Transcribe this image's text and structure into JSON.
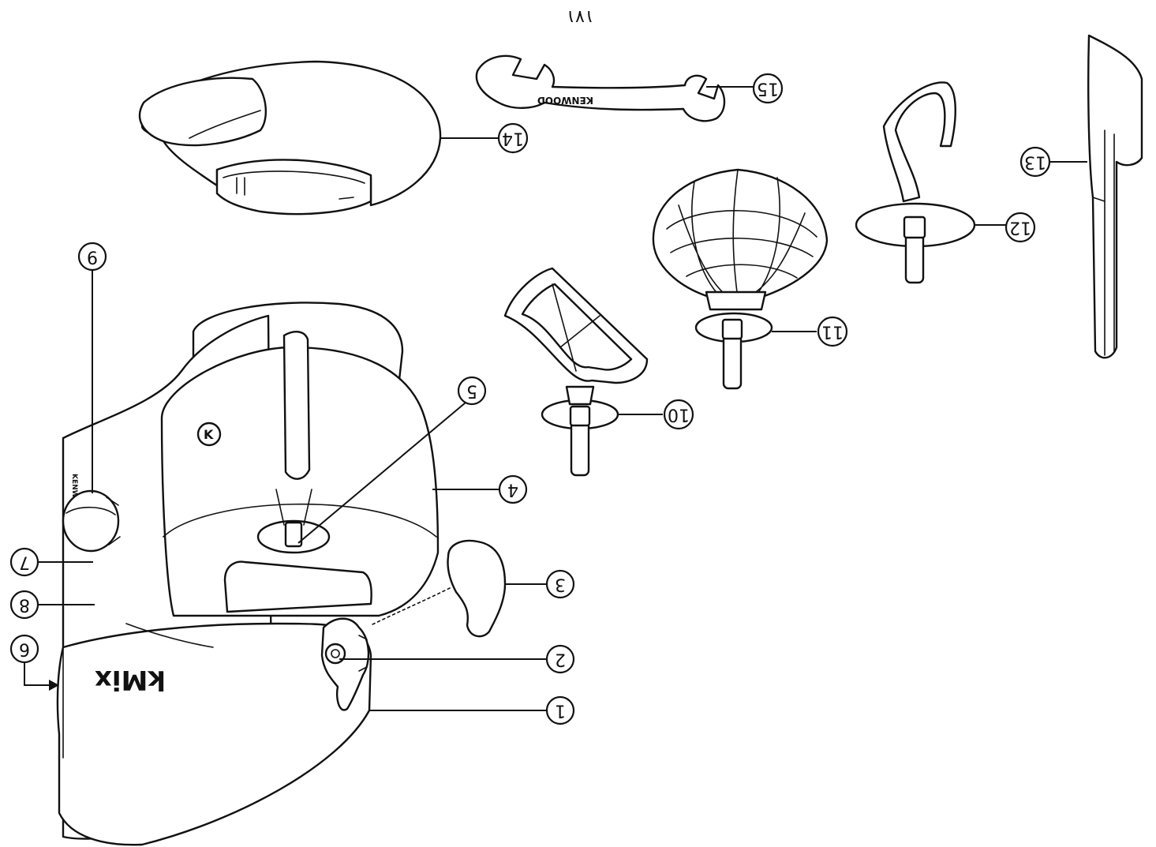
{
  "page": {
    "number": "۱۷۱"
  },
  "brand": {
    "model": "kMix",
    "wrench_logo": "KENWOOD",
    "body_logo": "KENWOOD"
  },
  "callouts": [
    {
      "id": "1",
      "label": "1"
    },
    {
      "id": "2",
      "label": "2"
    },
    {
      "id": "3",
      "label": "3"
    },
    {
      "id": "4",
      "label": "4"
    },
    {
      "id": "5",
      "label": "5"
    },
    {
      "id": "6",
      "label": "6"
    },
    {
      "id": "7",
      "label": "7"
    },
    {
      "id": "8",
      "label": "8"
    },
    {
      "id": "9",
      "label": "9"
    },
    {
      "id": "10",
      "label": "10"
    },
    {
      "id": "11",
      "label": "11"
    },
    {
      "id": "12",
      "label": "12"
    },
    {
      "id": "13",
      "label": "13"
    },
    {
      "id": "14",
      "label": "14"
    },
    {
      "id": "15",
      "label": "15"
    }
  ]
}
